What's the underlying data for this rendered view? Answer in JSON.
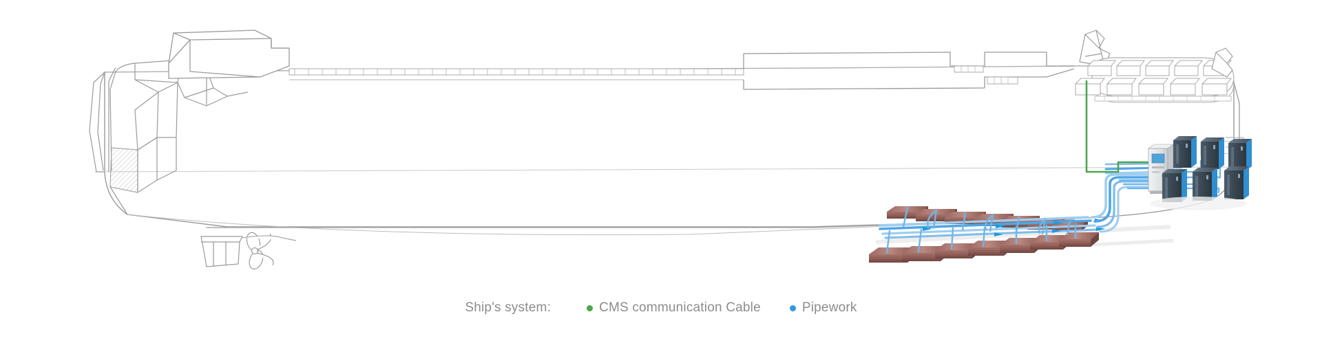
{
  "diagram": {
    "title": "Ship ballast water treatment system schematic",
    "vessel_profile": "side elevation line drawing of a bulk carrier / cargo vessel with forward superstructure block, long main deck with railing, stern deck with stowed container blocks, rudder and propeller",
    "orientation": "bow at right, stern with rudder and propeller at left"
  },
  "colors": {
    "hull_outline": "#9a9a9a",
    "hull_outline_light": "#b8b8b8",
    "hull_fill": "#ffffff",
    "deck_line": "#c9c9c9",
    "cms_cable_green": "#4CA64C",
    "pipework_blue": "#4DA6E8",
    "pipework_blue_light": "#9ECDF0",
    "pipework_arrow": "#1E9BE0",
    "tank_brown": "#8E5C55",
    "tank_brown_dark": "#6E4540",
    "tank_brown_light": "#A6736B",
    "cabinet_dark": "#3C4A57",
    "cabinet_body": "#5A6A78",
    "cabinet_accent": "#2F8FD0",
    "control_panel_body": "#E4E6E8",
    "control_panel_screen": "#4FA3D8",
    "legend_text": "#8c8c8c"
  },
  "legend": {
    "title": "Ship's system:",
    "items": [
      {
        "label": "CMS communication Cable",
        "color": "#4CA64C",
        "icon": "legend-dot-icon"
      },
      {
        "label": "Pipework",
        "color": "#2F9BE0",
        "icon": "legend-dot-icon"
      }
    ]
  },
  "equipment": {
    "control_panel": {
      "name": "control-cabinet",
      "count": 1
    },
    "treatment_units": {
      "name": "treatment-unit-cabinet",
      "count_top_row": 3,
      "count_bottom_row": 3,
      "total": 6
    },
    "ballast_tanks": {
      "name": "ballast-tank",
      "count_upper_row": 7,
      "count_lower_row": 7,
      "total": 14
    },
    "deck_containers": {
      "name": "deck-container-block",
      "count_upper_row": 5,
      "count_lower_row": 5,
      "total": 10
    },
    "propulsion": {
      "rudder": "rudder",
      "propeller": "propeller"
    }
  }
}
